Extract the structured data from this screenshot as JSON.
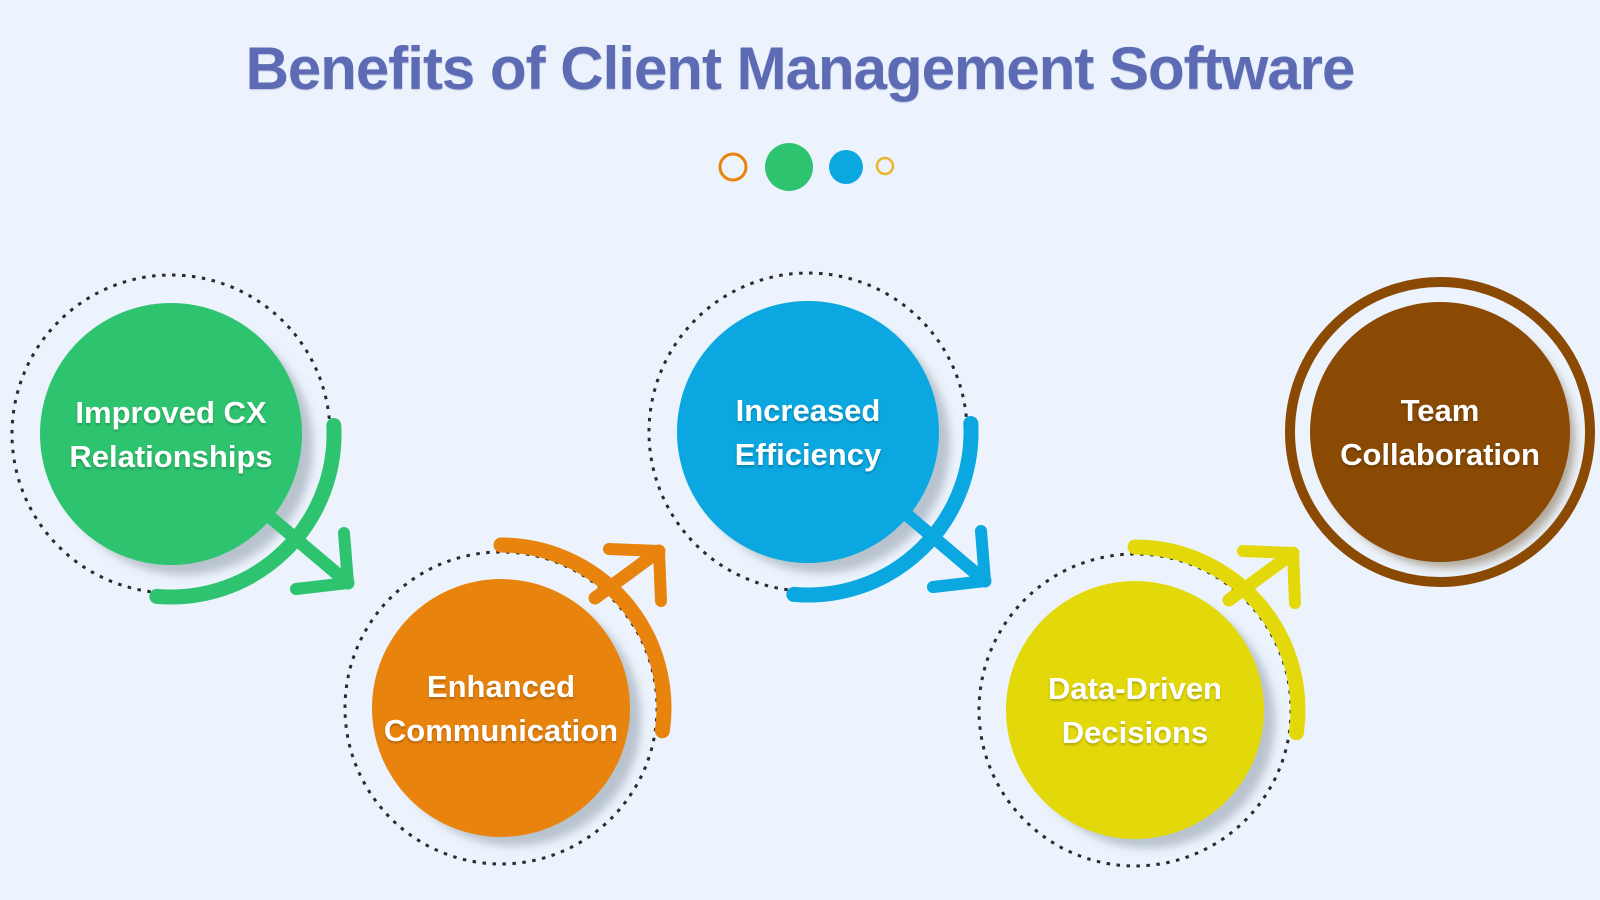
{
  "title": "Benefits of Client Management Software",
  "palette": {
    "background": "#ecf3fc",
    "title_color": "#5c6bb4",
    "dashed_ring_color": "#2b2b2b",
    "label_text_color": "#ffffff",
    "shadow_color": "#9aa6b1"
  },
  "decor_dots": [
    {
      "name": "orange-outline-dot",
      "color": "#e8830e",
      "filled": false
    },
    {
      "name": "green-filled-dot",
      "color": "#2ec46f",
      "filled": true
    },
    {
      "name": "blue-filled-dot",
      "color": "#0aa7e0",
      "filled": true
    },
    {
      "name": "gold-outline-dot",
      "color": "#eab52d",
      "filled": false
    }
  ],
  "benefits": [
    {
      "id": "improved-cx-relationships",
      "label_line1": "Improved CX",
      "label_line2": "Relationships",
      "color": "#2ec46f",
      "ring_style": "dashed",
      "arrow": "to-bottom-right"
    },
    {
      "id": "enhanced-communication",
      "label_line1": "Enhanced",
      "label_line2": "Communication",
      "color": "#e8830e",
      "ring_style": "dashed",
      "arrow": "to-top-right"
    },
    {
      "id": "increased-efficiency",
      "label_line1": "Increased",
      "label_line2": "Efficiency",
      "color": "#0aa7e0",
      "ring_style": "dashed",
      "arrow": "to-bottom-right"
    },
    {
      "id": "data-driven-decisions",
      "label_line1": "Data-Driven",
      "label_line2": "Decisions",
      "color": "#e3d90a",
      "ring_style": "dashed",
      "arrow": "to-top-right"
    },
    {
      "id": "team-collaboration",
      "label_line1": "Team",
      "label_line2": "Collaboration",
      "color": "#8a4a04",
      "ring_style": "solid-double",
      "arrow": "none"
    }
  ]
}
